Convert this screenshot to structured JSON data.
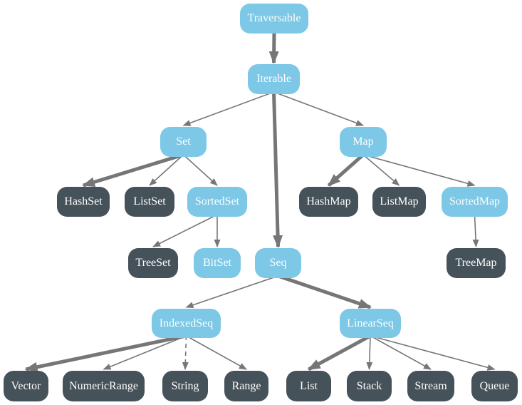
{
  "nodes": {
    "traversable": "Traversable",
    "iterable": "Iterable",
    "set": "Set",
    "map": "Map",
    "hashset": "HashSet",
    "listset": "ListSet",
    "sortedset": "SortedSet",
    "hashmap": "HashMap",
    "listmap": "ListMap",
    "sortedmap": "SortedMap",
    "treeset": "TreeSet",
    "bitset": "BitSet",
    "seq": "Seq",
    "treemap": "TreeMap",
    "indexedseq": "IndexedSeq",
    "linearseq": "LinearSeq",
    "vector": "Vector",
    "numericrange": "NumericRange",
    "string": "String",
    "range": "Range",
    "list": "List",
    "stack": "Stack",
    "stream": "Stream",
    "queue": "Queue"
  },
  "edges": [
    {
      "from": "traversable",
      "to": "iterable",
      "style": "thick"
    },
    {
      "from": "iterable",
      "to": "set",
      "style": "thin"
    },
    {
      "from": "iterable",
      "to": "map",
      "style": "thin"
    },
    {
      "from": "iterable",
      "to": "seq",
      "style": "thick"
    },
    {
      "from": "set",
      "to": "hashset",
      "style": "thick"
    },
    {
      "from": "set",
      "to": "listset",
      "style": "thin"
    },
    {
      "from": "set",
      "to": "sortedset",
      "style": "thin"
    },
    {
      "from": "sortedset",
      "to": "treeset",
      "style": "thin"
    },
    {
      "from": "sortedset",
      "to": "bitset",
      "style": "thin"
    },
    {
      "from": "map",
      "to": "hashmap",
      "style": "thick"
    },
    {
      "from": "map",
      "to": "listmap",
      "style": "thin"
    },
    {
      "from": "map",
      "to": "sortedmap",
      "style": "thin"
    },
    {
      "from": "sortedmap",
      "to": "treemap",
      "style": "thin"
    },
    {
      "from": "seq",
      "to": "indexedseq",
      "style": "thin"
    },
    {
      "from": "seq",
      "to": "linearseq",
      "style": "thick"
    },
    {
      "from": "indexedseq",
      "to": "vector",
      "style": "thick"
    },
    {
      "from": "indexedseq",
      "to": "numericrange",
      "style": "thin"
    },
    {
      "from": "indexedseq",
      "to": "string",
      "style": "dashed"
    },
    {
      "from": "indexedseq",
      "to": "range",
      "style": "thin"
    },
    {
      "from": "linearseq",
      "to": "list",
      "style": "thick"
    },
    {
      "from": "linearseq",
      "to": "stack",
      "style": "thin"
    },
    {
      "from": "linearseq",
      "to": "stream",
      "style": "thin"
    },
    {
      "from": "linearseq",
      "to": "queue",
      "style": "thin"
    }
  ],
  "colors": {
    "node_abstract": "#7cc8e6",
    "node_concrete": "#46525a",
    "edge": "#767676",
    "label": "#fdfdfd",
    "background": "#ffffff"
  }
}
